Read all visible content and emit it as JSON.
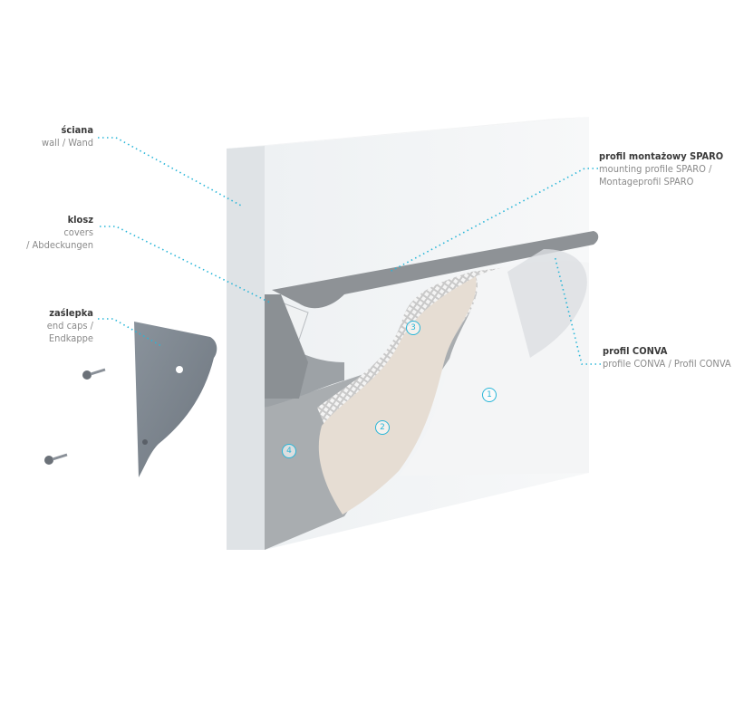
{
  "labels": {
    "wall": {
      "title": "ściana",
      "line1": "wall / Wand"
    },
    "covers": {
      "title": "klosz",
      "line1": "covers",
      "line2": "/ Abdeckungen"
    },
    "endcaps": {
      "title": "zaślepka",
      "line1": "end caps / Endkappe"
    },
    "sparo": {
      "title": "profil montażowy SPARO",
      "line1": "mounting profile SPARO /",
      "line2": "Montageprofil SPARO"
    },
    "conva": {
      "title": "profil CONVA",
      "line1": "profile CONVA / Profil CONVA"
    }
  },
  "markers": [
    "1",
    "2",
    "3",
    "4"
  ],
  "colors": {
    "accent": "#29b6d8",
    "profile": "#8e9296",
    "endcap": "#7d8690"
  }
}
